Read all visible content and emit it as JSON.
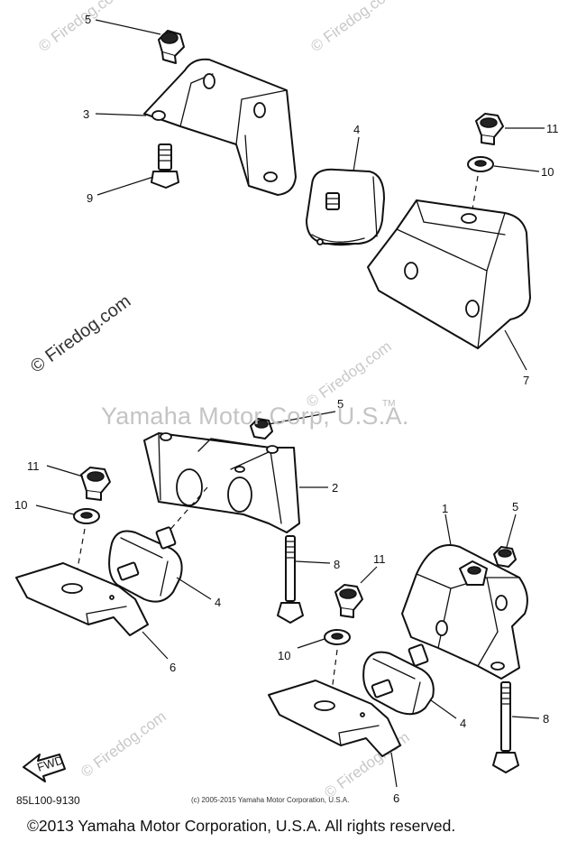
{
  "watermark": {
    "site": "© Firedog.com",
    "corner_text": "© Firedog.com"
  },
  "notice": {
    "center": "Yamaha Motor Corp, U.S.A.",
    "tm": "TM"
  },
  "footer": {
    "diagram_code": "85L100-9130",
    "small_copyright": "(c) 2005-2015 Yamaha Motor Corporation, U.S.A.",
    "copyright": "©2013 Yamaha Motor Corporation, U.S.A. All rights reserved."
  },
  "fwd_label": "FWD",
  "callouts": [
    {
      "id": "c-5a",
      "label": "5"
    },
    {
      "id": "c-3",
      "label": "3"
    },
    {
      "id": "c-9",
      "label": "9"
    },
    {
      "id": "c-4a",
      "label": "4"
    },
    {
      "id": "c-11a",
      "label": "11"
    },
    {
      "id": "c-10a",
      "label": "10"
    },
    {
      "id": "c-7",
      "label": "7"
    },
    {
      "id": "c-5b",
      "label": "5"
    },
    {
      "id": "c-2",
      "label": "2"
    },
    {
      "id": "c-11b",
      "label": "11"
    },
    {
      "id": "c-10b",
      "label": "10"
    },
    {
      "id": "c-4b",
      "label": "4"
    },
    {
      "id": "c-6a",
      "label": "6"
    },
    {
      "id": "c-8a",
      "label": "8"
    },
    {
      "id": "c-11c",
      "label": "11"
    },
    {
      "id": "c-1",
      "label": "1"
    },
    {
      "id": "c-5c",
      "label": "5"
    },
    {
      "id": "c-10c",
      "label": "10"
    },
    {
      "id": "c-4c",
      "label": "4"
    },
    {
      "id": "c-8b",
      "label": "8"
    },
    {
      "id": "c-6b",
      "label": "6"
    }
  ],
  "colors": {
    "ink": "#111111",
    "watermark": "#c8c8c8"
  }
}
